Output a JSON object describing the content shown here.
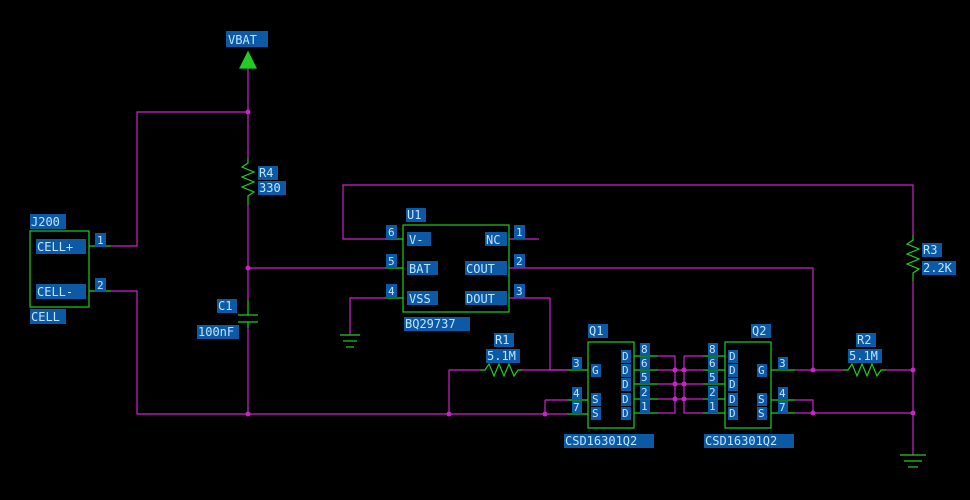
{
  "power": {
    "vbat": "VBAT"
  },
  "connector": {
    "ref": "J200",
    "value": "CELL",
    "pin1_name": "CELL+",
    "pin2_name": "CELL-",
    "pin1": "1",
    "pin2": "2"
  },
  "r4": {
    "ref": "R4",
    "value": "330"
  },
  "c1": {
    "ref": "C1",
    "value": "100nF"
  },
  "u1": {
    "ref": "U1",
    "value": "BQ29737",
    "pins": {
      "v_minus": "V-",
      "bat": "BAT",
      "vss": "VSS",
      "nc": "NC",
      "cout": "COUT",
      "dout": "DOUT"
    },
    "nums": {
      "v_minus": "6",
      "bat": "5",
      "vss": "4",
      "nc": "1",
      "cout": "2",
      "dout": "3"
    }
  },
  "r1": {
    "ref": "R1",
    "value": "5.1M"
  },
  "r2": {
    "ref": "R2",
    "value": "5.1M"
  },
  "r3": {
    "ref": "R3",
    "value": "2.2K"
  },
  "q1": {
    "ref": "Q1",
    "value": "CSD16301Q2",
    "left_nums": [
      "3",
      "4",
      "7"
    ],
    "left_names": [
      "G",
      "S",
      "S"
    ],
    "right_nums": [
      "8",
      "6",
      "5",
      "2",
      "1"
    ],
    "right_names": [
      "D",
      "D",
      "D",
      "D",
      "D"
    ]
  },
  "q2": {
    "ref": "Q2",
    "value": "CSD16301Q2",
    "left_nums": [
      "8",
      "6",
      "5",
      "2",
      "1"
    ],
    "left_names": [
      "D",
      "D",
      "D",
      "D",
      "D"
    ],
    "right_nums": [
      "3",
      "4",
      "7"
    ],
    "right_names": [
      "G",
      "S",
      "S"
    ]
  },
  "colors": {
    "wire": "#cc22cc",
    "component": "#22cc22",
    "text": "#bfe4ff",
    "label_bg": "#0c5aa6",
    "background": "#000000"
  }
}
